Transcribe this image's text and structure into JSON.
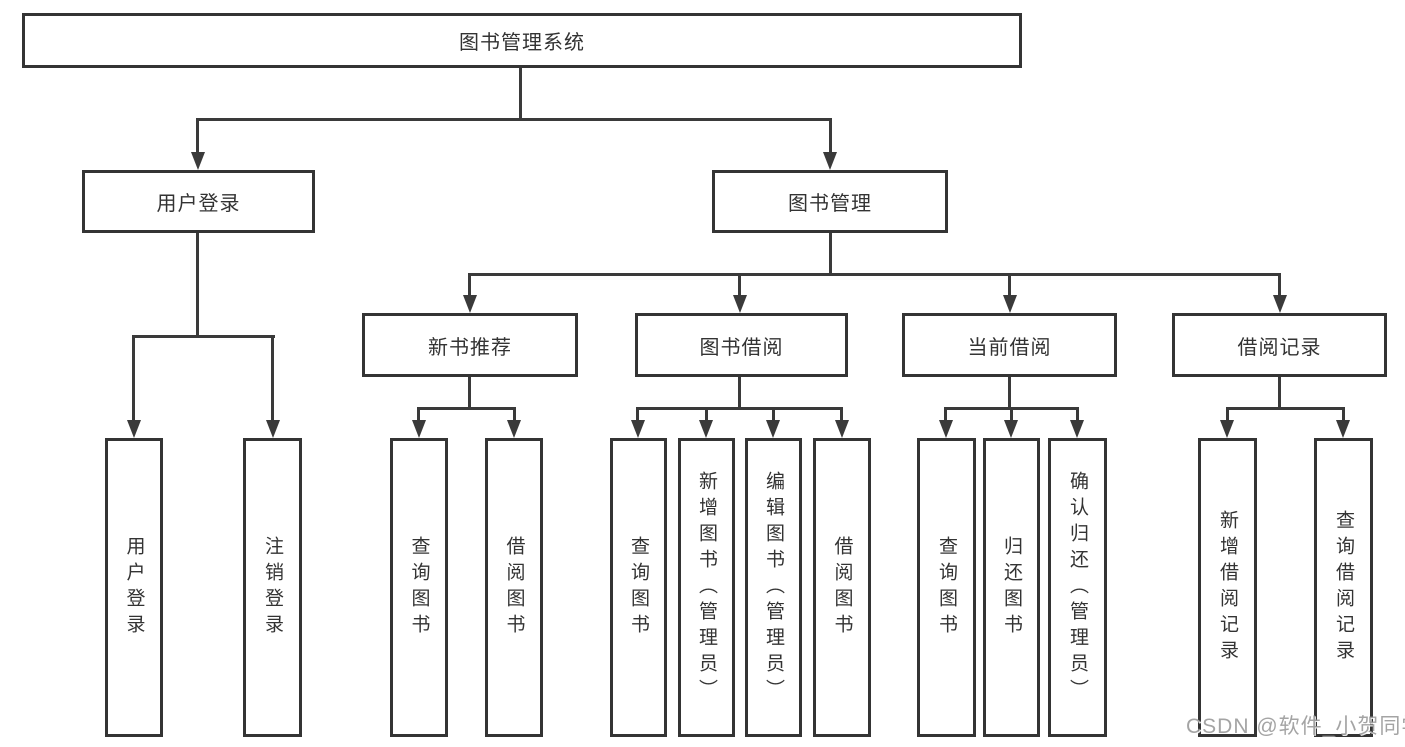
{
  "diagram": {
    "root": {
      "label": "图书管理系统"
    },
    "user_login": {
      "label": "用户登录",
      "children": [
        {
          "label": "用户登录"
        },
        {
          "label": "注销登录"
        }
      ]
    },
    "book_management": {
      "label": "图书管理",
      "sections": [
        {
          "label": "新书推荐",
          "children": [
            {
              "label": "查询图书"
            },
            {
              "label": "借阅图书"
            }
          ]
        },
        {
          "label": "图书借阅",
          "children": [
            {
              "label": "查询图书"
            },
            {
              "label": "新增图书（管理员）"
            },
            {
              "label": "编辑图书（管理员）"
            },
            {
              "label": "借阅图书"
            }
          ]
        },
        {
          "label": "当前借阅",
          "children": [
            {
              "label": "查询图书"
            },
            {
              "label": "归还图书"
            },
            {
              "label": "确认归还（管理员）"
            }
          ]
        },
        {
          "label": "借阅记录",
          "children": [
            {
              "label": "新增借阅记录"
            },
            {
              "label": "查询借阅记录"
            }
          ]
        }
      ]
    }
  },
  "watermark": {
    "text": "CSDN @软件_小贺同学"
  },
  "colors": {
    "background": "#ffffff",
    "box_border": "#343434",
    "line": "#3a3a3a",
    "text": "#333333",
    "watermark": "#949494"
  }
}
